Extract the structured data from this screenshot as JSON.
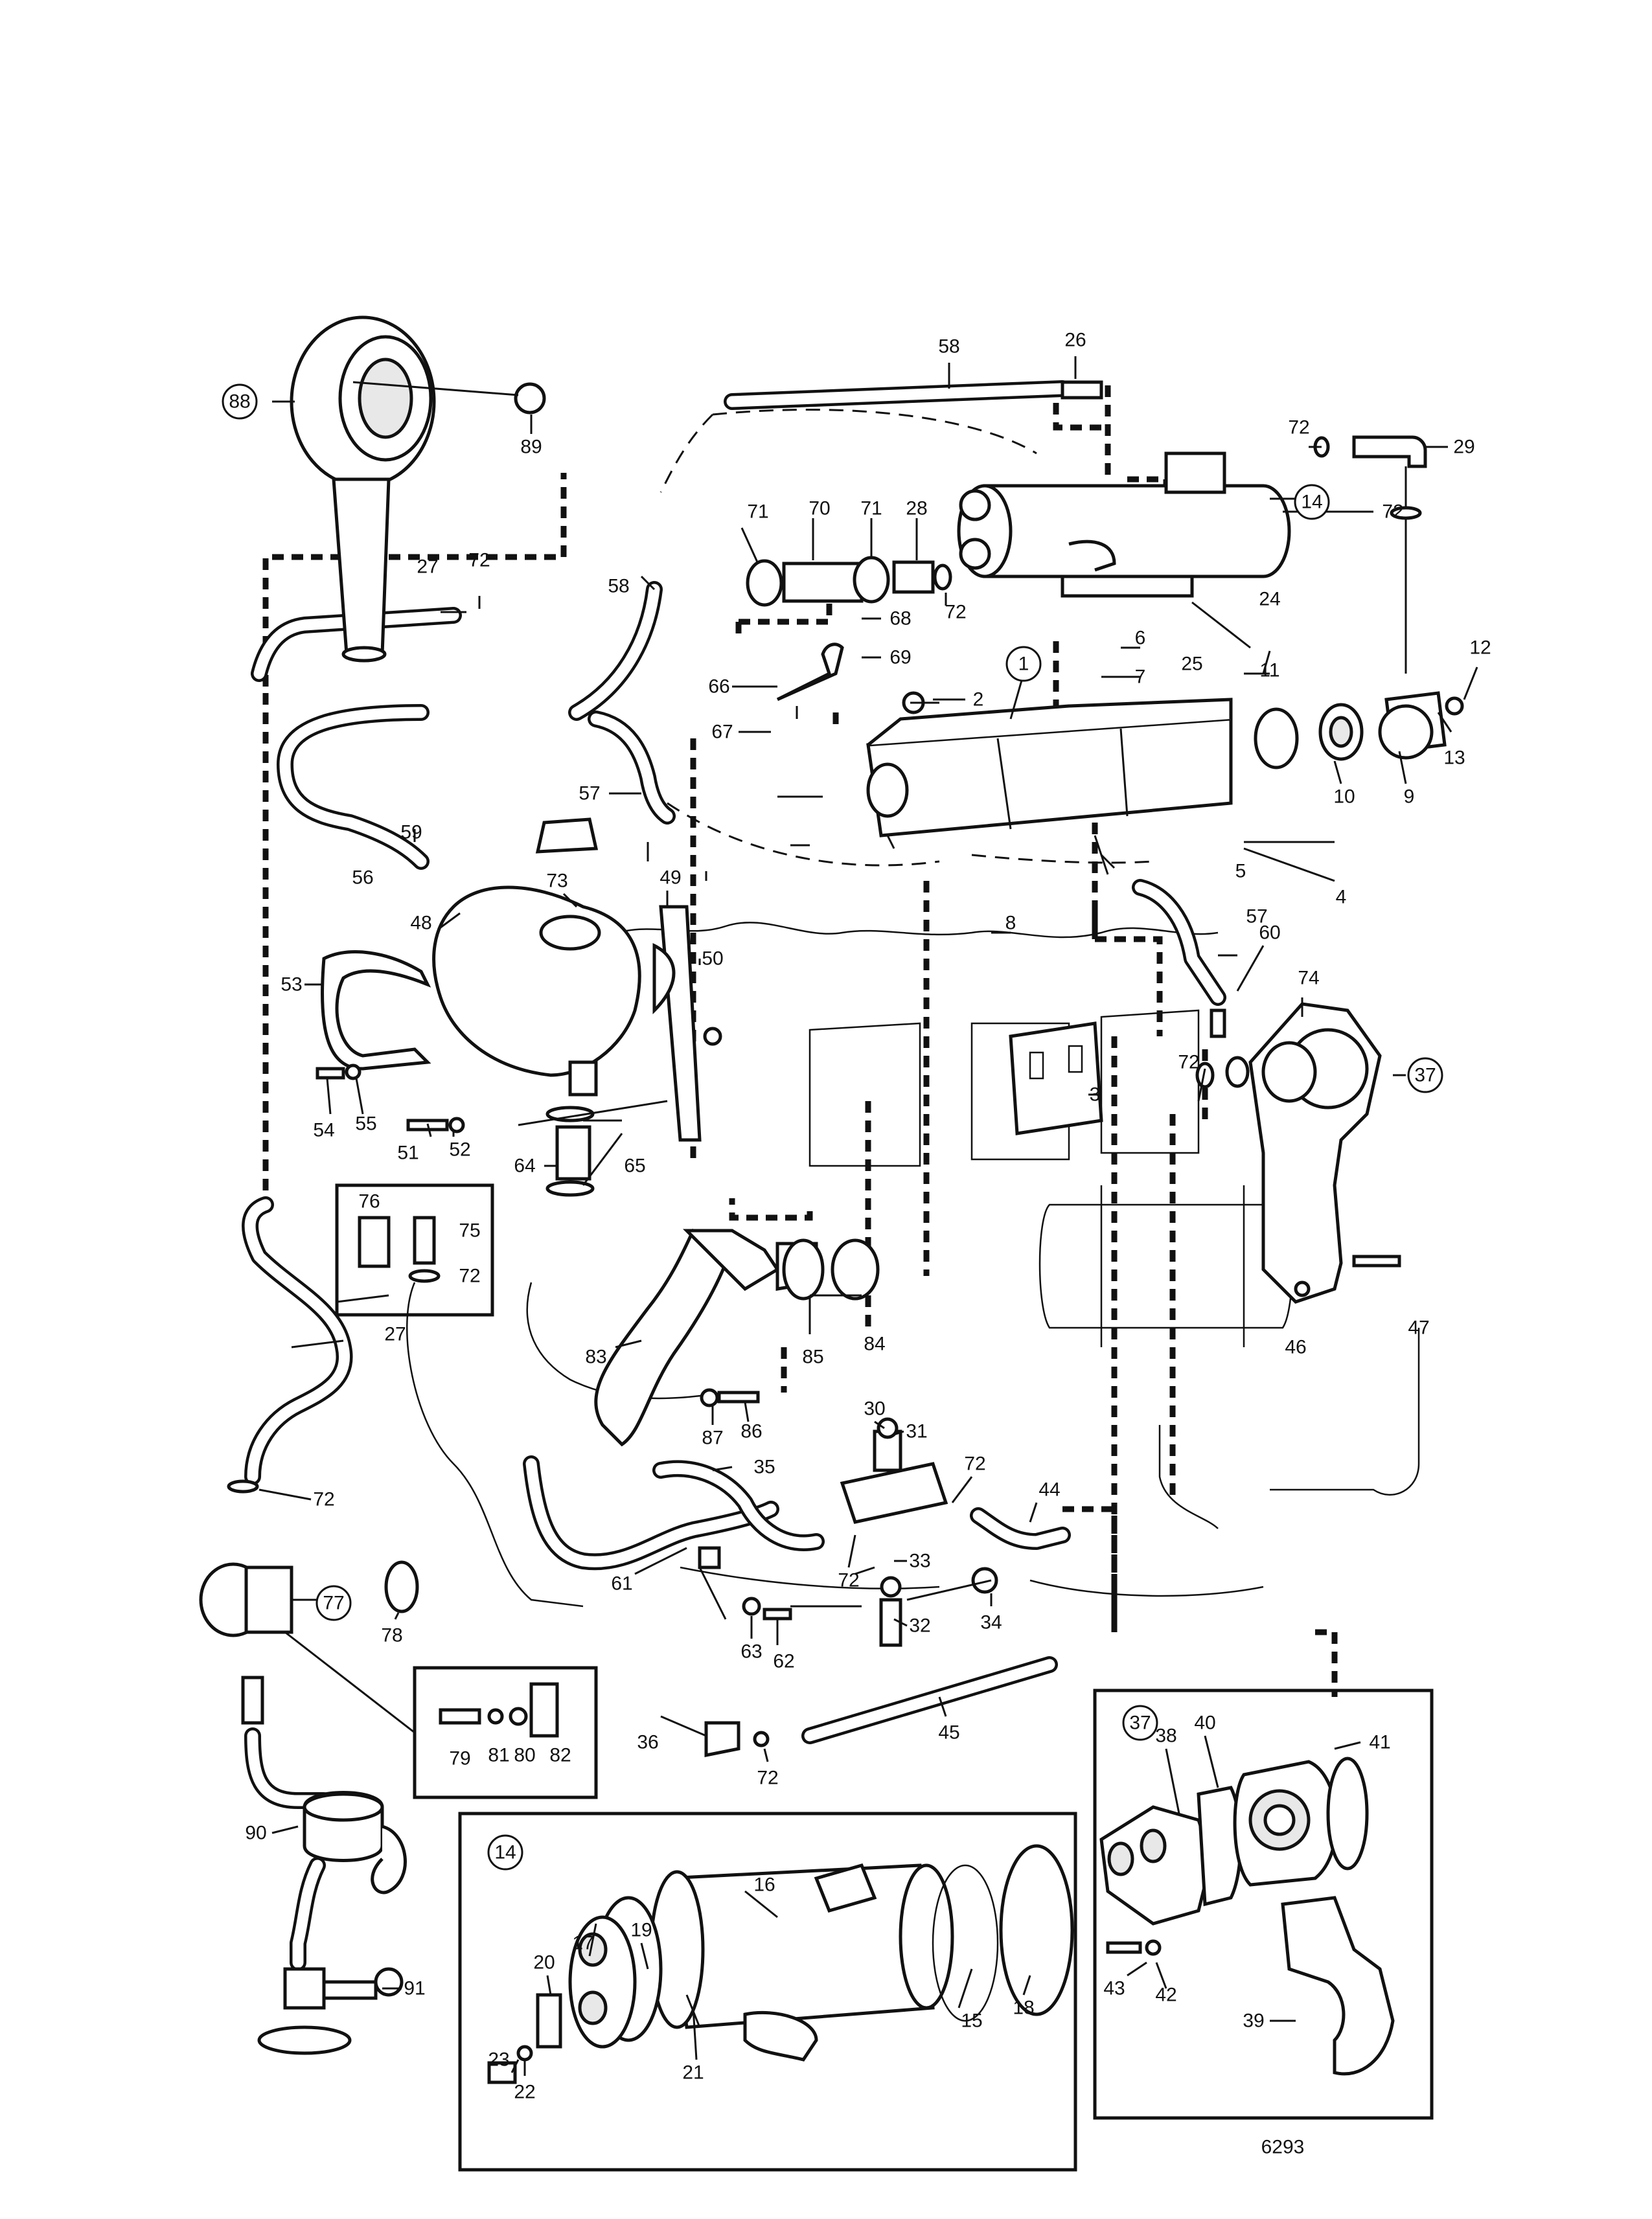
{
  "drawing_number": "6293",
  "callouts": [
    {
      "id": "c1",
      "text": "1",
      "circled": true
    },
    {
      "id": "c2",
      "text": "2"
    },
    {
      "id": "c3",
      "text": "3"
    },
    {
      "id": "c4",
      "text": "4"
    },
    {
      "id": "c5",
      "text": "5"
    },
    {
      "id": "c6",
      "text": "6"
    },
    {
      "id": "c7",
      "text": "7"
    },
    {
      "id": "c8",
      "text": "8"
    },
    {
      "id": "c9",
      "text": "9"
    },
    {
      "id": "c10",
      "text": "10"
    },
    {
      "id": "c11",
      "text": "11"
    },
    {
      "id": "c12",
      "text": "12"
    },
    {
      "id": "c13",
      "text": "13"
    },
    {
      "id": "c14a",
      "text": "14",
      "circled": true
    },
    {
      "id": "c14b",
      "text": "14",
      "circled": true
    },
    {
      "id": "c15",
      "text": "15"
    },
    {
      "id": "c16",
      "text": "16"
    },
    {
      "id": "c17",
      "text": "17"
    },
    {
      "id": "c18",
      "text": "18"
    },
    {
      "id": "c19",
      "text": "19"
    },
    {
      "id": "c20",
      "text": "20"
    },
    {
      "id": "c21",
      "text": "21"
    },
    {
      "id": "c22",
      "text": "22"
    },
    {
      "id": "c23",
      "text": "23"
    },
    {
      "id": "c24",
      "text": "24"
    },
    {
      "id": "c25",
      "text": "25"
    },
    {
      "id": "c26",
      "text": "26"
    },
    {
      "id": "c27a",
      "text": "27"
    },
    {
      "id": "c27b",
      "text": "27"
    },
    {
      "id": "c28",
      "text": "28"
    },
    {
      "id": "c29",
      "text": "29"
    },
    {
      "id": "c30",
      "text": "30"
    },
    {
      "id": "c31",
      "text": "31"
    },
    {
      "id": "c32",
      "text": "32"
    },
    {
      "id": "c33",
      "text": "33"
    },
    {
      "id": "c34",
      "text": "34"
    },
    {
      "id": "c35",
      "text": "35"
    },
    {
      "id": "c36",
      "text": "36"
    },
    {
      "id": "c37a",
      "text": "37",
      "circled": true
    },
    {
      "id": "c37b",
      "text": "37",
      "circled": true
    },
    {
      "id": "c38",
      "text": "38"
    },
    {
      "id": "c39",
      "text": "39"
    },
    {
      "id": "c40",
      "text": "40"
    },
    {
      "id": "c41",
      "text": "41"
    },
    {
      "id": "c42",
      "text": "42"
    },
    {
      "id": "c43",
      "text": "43"
    },
    {
      "id": "c44",
      "text": "44"
    },
    {
      "id": "c45",
      "text": "45"
    },
    {
      "id": "c46",
      "text": "46"
    },
    {
      "id": "c47",
      "text": "47"
    },
    {
      "id": "c48",
      "text": "48"
    },
    {
      "id": "c49",
      "text": "49"
    },
    {
      "id": "c50",
      "text": "50"
    },
    {
      "id": "c51",
      "text": "51"
    },
    {
      "id": "c52",
      "text": "52"
    },
    {
      "id": "c53",
      "text": "53"
    },
    {
      "id": "c54",
      "text": "54"
    },
    {
      "id": "c55",
      "text": "55"
    },
    {
      "id": "c56",
      "text": "56"
    },
    {
      "id": "c57a",
      "text": "57"
    },
    {
      "id": "c57b",
      "text": "57"
    },
    {
      "id": "c58a",
      "text": "58"
    },
    {
      "id": "c58b",
      "text": "58"
    },
    {
      "id": "c59",
      "text": "59"
    },
    {
      "id": "c60",
      "text": "60"
    },
    {
      "id": "c61",
      "text": "61"
    },
    {
      "id": "c62",
      "text": "62"
    },
    {
      "id": "c63",
      "text": "63"
    },
    {
      "id": "c64",
      "text": "64"
    },
    {
      "id": "c65",
      "text": "65"
    },
    {
      "id": "c66",
      "text": "66"
    },
    {
      "id": "c67",
      "text": "67"
    },
    {
      "id": "c68",
      "text": "68"
    },
    {
      "id": "c69",
      "text": "69"
    },
    {
      "id": "c70",
      "text": "70"
    },
    {
      "id": "c71a",
      "text": "71"
    },
    {
      "id": "c71b",
      "text": "71"
    },
    {
      "id": "c72a",
      "text": "72"
    },
    {
      "id": "c72b",
      "text": "72"
    },
    {
      "id": "c72c",
      "text": "72"
    },
    {
      "id": "c72d",
      "text": "72"
    },
    {
      "id": "c72e",
      "text": "72"
    },
    {
      "id": "c72f",
      "text": "72"
    },
    {
      "id": "c72g",
      "text": "72"
    },
    {
      "id": "c72h",
      "text": "72"
    },
    {
      "id": "c72i",
      "text": "72"
    },
    {
      "id": "c72j",
      "text": "72"
    },
    {
      "id": "c73",
      "text": "73"
    },
    {
      "id": "c74",
      "text": "74"
    },
    {
      "id": "c75",
      "text": "75"
    },
    {
      "id": "c76",
      "text": "76"
    },
    {
      "id": "c77",
      "text": "77",
      "circled": true
    },
    {
      "id": "c78",
      "text": "78"
    },
    {
      "id": "c79",
      "text": "79"
    },
    {
      "id": "c80",
      "text": "80"
    },
    {
      "id": "c81",
      "text": "81"
    },
    {
      "id": "c82",
      "text": "82"
    },
    {
      "id": "c83",
      "text": "83"
    },
    {
      "id": "c84",
      "text": "84"
    },
    {
      "id": "c85",
      "text": "85"
    },
    {
      "id": "c86",
      "text": "86"
    },
    {
      "id": "c87",
      "text": "87"
    },
    {
      "id": "c88",
      "text": "88",
      "circled": true
    },
    {
      "id": "c89",
      "text": "89"
    },
    {
      "id": "c90",
      "text": "90"
    },
    {
      "id": "c91",
      "text": "91"
    }
  ]
}
